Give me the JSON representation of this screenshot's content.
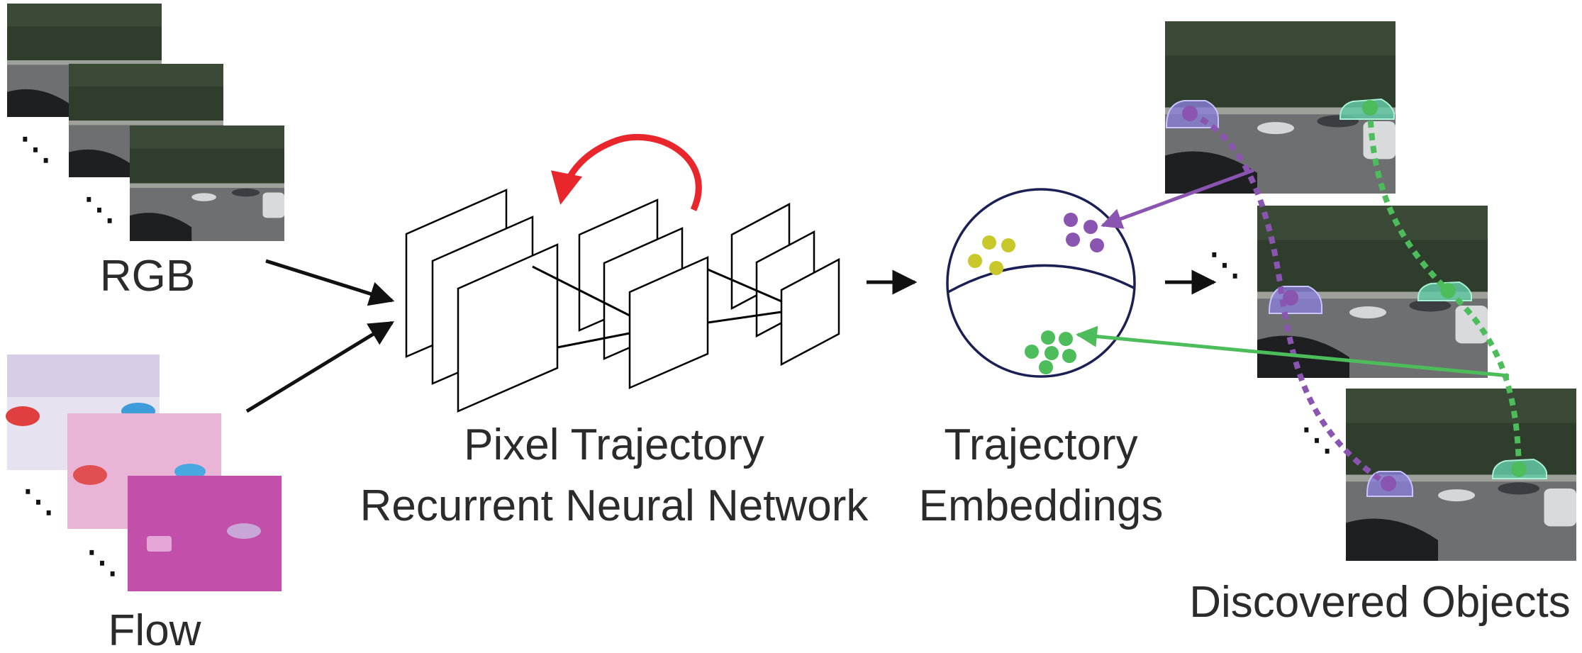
{
  "labels": {
    "rgb": "RGB",
    "flow": "Flow",
    "rnn_line1": "Pixel Trajectory",
    "rnn_line2": "Recurrent Neural Network",
    "emb_line1": "Trajectory",
    "emb_line2": "Embeddings",
    "objects": "Discovered Objects"
  },
  "ellipsis": "⋱",
  "colors": {
    "recurrent_arrow": "#e8262b",
    "purple": "#8a55b0",
    "green": "#4cbd5a",
    "yellow": "#c9c82a",
    "sphere_stroke": "#1b2054",
    "flow_red": "#e03f3f",
    "flow_blue": "#3f9bd9",
    "flow_bg_1": "#e7e2f0",
    "flow_bg_2": "#eab4d7",
    "flow_bg_3": "#c24fa9"
  },
  "icons": [
    "recurrent-loop-arrow",
    "sphere-embedding",
    "car-mask"
  ]
}
